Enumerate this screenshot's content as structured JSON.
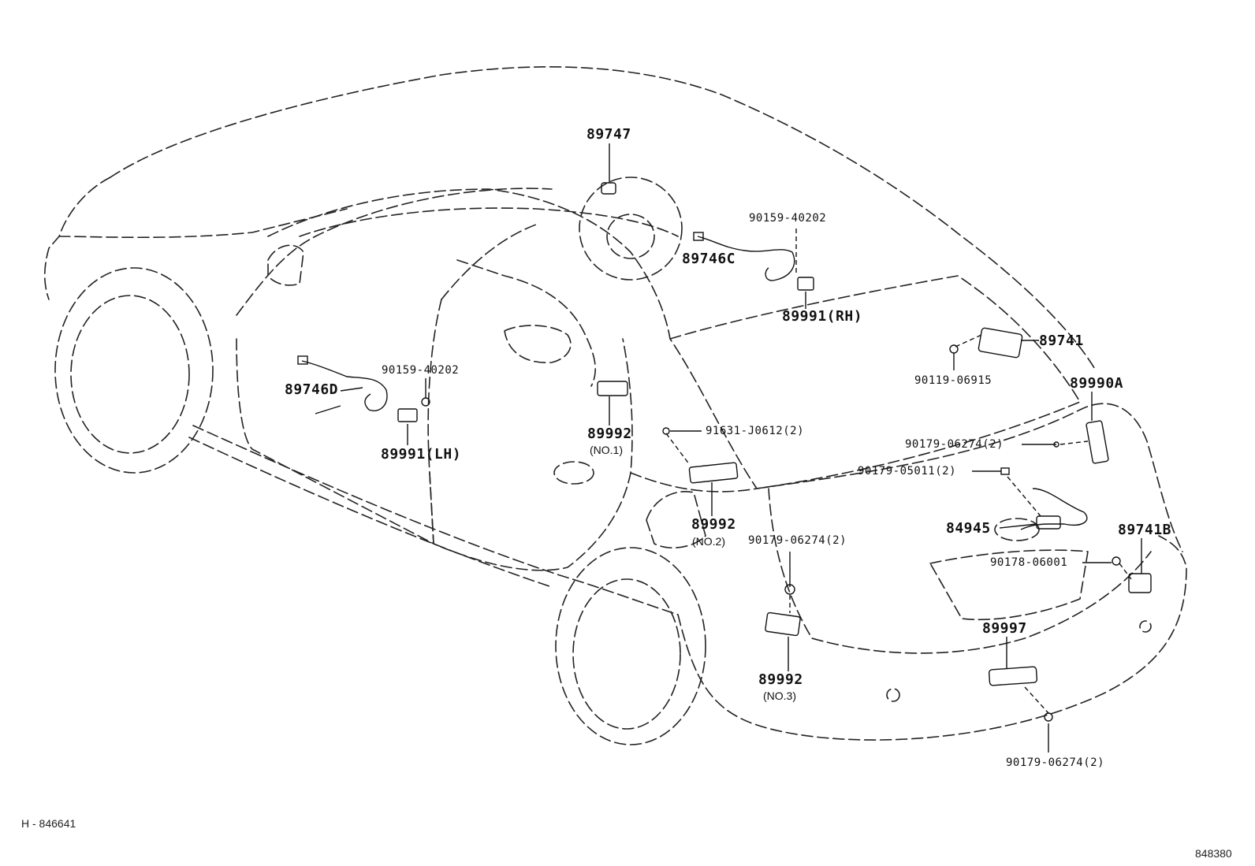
{
  "diagram_ref_left": "H - 846641",
  "diagram_ref_right": "848380",
  "callouts": {
    "p89747": "89747",
    "p90159_rh": "90159-40202",
    "p89746c": "89746C",
    "p89991_rh": "89991(RH)",
    "p89741": "89741",
    "p90119": "90119-06915",
    "p89990a": "89990A",
    "p90179_a": "90179-06274(2)",
    "p90179_05011": "90179-05011(2)",
    "p84945": "84945",
    "p90179_b": "90179-06274(2)",
    "p89741b": "89741B",
    "p90178": "90178-06001",
    "p89997": "89997",
    "p90179_c": "90179-06274(2)",
    "p89992_3": "89992",
    "p89992_3_note": "(NO.3)",
    "p89992_2": "89992",
    "p89992_2_note": "(NO.2)",
    "p91631": "91631-J0612(2)",
    "p89992_1": "89992",
    "p89992_1_note": "(NO.1)",
    "p90159_lh": "90159-40202",
    "p89746d": "89746D",
    "p89991_lh": "89991(LH)"
  }
}
